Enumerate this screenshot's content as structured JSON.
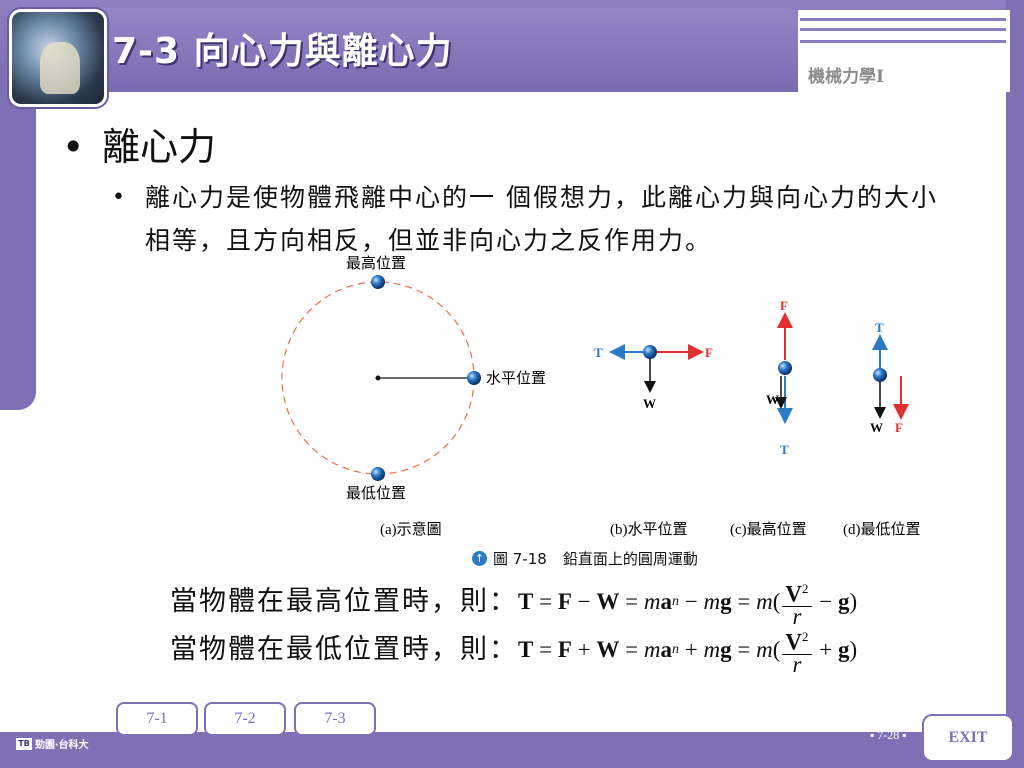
{
  "header": {
    "title": "7-3 向心力與離心力",
    "course": "機械力學I"
  },
  "main": {
    "bullet1": "離心力",
    "bullet2": "離心力是使物體飛離中心的一 個假想力，此離心力與向心力的大小相等，且方向相反，但並非向心力之反作用力。"
  },
  "figure": {
    "label_top": "最高位置",
    "label_horizontal": "水平位置",
    "label_bottom": "最低位置",
    "caption_a": "(a)示意圖",
    "caption_b": "(b)水平位置",
    "caption_c": "(c)最高位置",
    "caption_d": "(d)最低位置",
    "fig_number": "圖 7-18",
    "fig_title": "鉛直面上的圓周運動",
    "force_T": "T",
    "force_F": "F",
    "force_W": "W"
  },
  "equations": {
    "top_text": "當物體在最高位置時，則：",
    "bottom_text": "當物體在最低位置時，則："
  },
  "nav": {
    "tabs": [
      "7-1",
      "7-2",
      "7-3"
    ],
    "exit": "EXIT",
    "page": "7-28",
    "publisher": "勁園‧台科大"
  },
  "colors": {
    "frame": "#7f70b6",
    "force_red": "#e03030",
    "force_blue": "#2b7bc4"
  }
}
